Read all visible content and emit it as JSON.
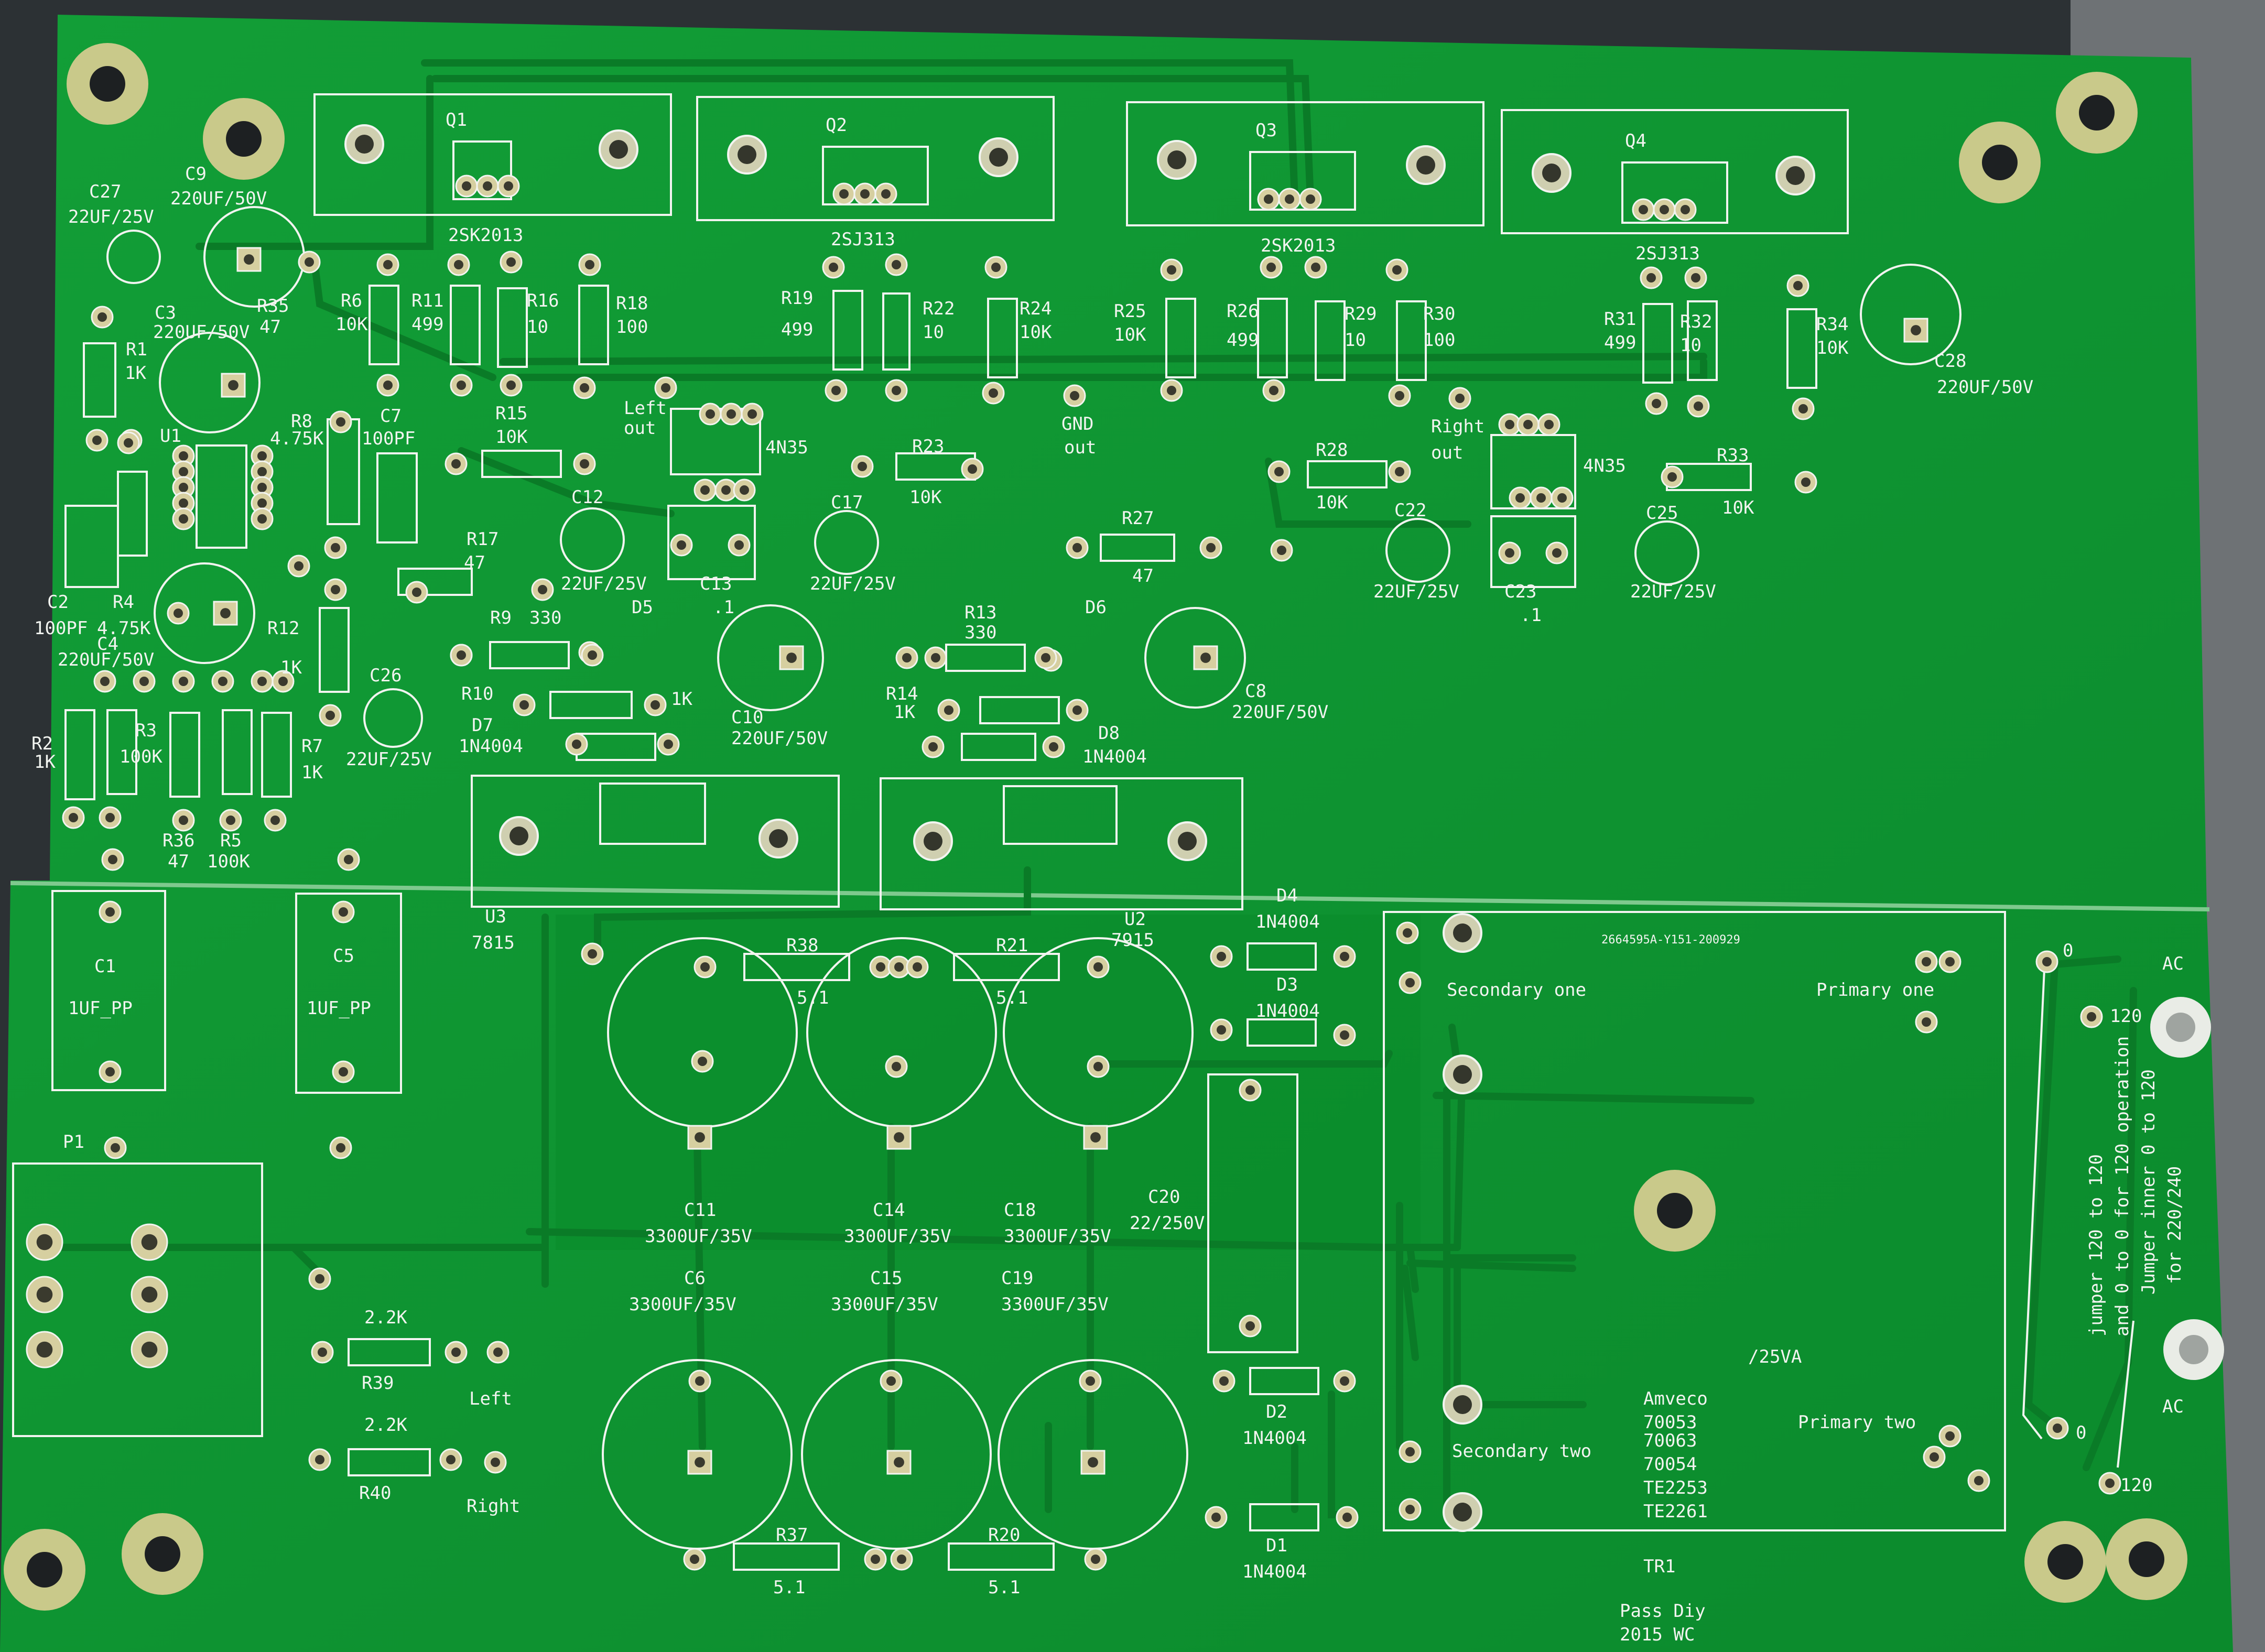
{
  "image": {
    "subject": "Bare green printed circuit board",
    "colors": {
      "board": "#0e9a33",
      "board_dark": "#0a7f2a",
      "trace": "#0c8a2e",
      "silkscreen": "#f2f4f0",
      "pad_gold": "#d6cfa0",
      "background": "#2a2e30"
    }
  },
  "transistors": [
    {
      "ref": "Q1"
    },
    {
      "ref": "Q2"
    },
    {
      "ref": "Q3"
    },
    {
      "ref": "Q4"
    }
  ],
  "transistor_types": {
    "q1": "2SK2013",
    "q2": "2SJ313",
    "q3": "2SK2013",
    "q4": "2SJ313"
  },
  "labels": [
    "C27",
    "22UF/25V",
    "C9",
    "220UF/50V",
    "R35",
    "47",
    "R6",
    "10K",
    "R11",
    "499",
    "R16",
    "10",
    "R18",
    "100",
    "C3",
    "220UF/50V",
    "R1",
    "1K",
    "U1",
    "R8",
    "4.75K",
    "C7",
    "100PF",
    "R15",
    "10K",
    "Left",
    "out",
    "4N35",
    "R17",
    "47",
    "C12",
    "22UF/25V",
    "C13",
    ".1",
    "R9",
    "330",
    "D5",
    "C2",
    "100PF",
    "R4",
    "4.75K",
    "C4",
    "220UF/50V",
    "R12",
    "1K",
    "C26",
    "22UF/25V",
    "R7",
    "1K",
    "R10",
    "1K",
    "D7",
    "1N4004",
    "C10",
    "220UF/50V",
    "R2",
    "1K",
    "R3",
    "100K",
    "R36",
    "47",
    "R5",
    "100K",
    "R19",
    "499",
    "R22",
    "10",
    "R24",
    "10K",
    "R23",
    "10K",
    "GND",
    "out",
    "C17",
    "22UF/25V",
    "R13",
    "330",
    "R14",
    "1K",
    "D6",
    "D8",
    "1N4004",
    "C8",
    "220UF/50V",
    "R27",
    "47",
    "R25",
    "10K",
    "R26",
    "499",
    "R29",
    "10",
    "R30",
    "100",
    "Right",
    "out",
    "4N35",
    "R28",
    "10K",
    "C22",
    "22UF/25V",
    "C23",
    ".1",
    "R31",
    "499",
    "R32",
    "10",
    "R34",
    "10K",
    "R33",
    "10K",
    "C25",
    "22UF/25V",
    "C28",
    "220UF/50V",
    "U3",
    "7815",
    "U2",
    "7915",
    "R38",
    "5.1",
    "R21",
    "5.1",
    "D4",
    "1N4004",
    "D3",
    "1N4004",
    "C1",
    "1UF_PP",
    "C5",
    "1UF_PP",
    "P1",
    "C11",
    "3300UF/35V",
    "C14",
    "3300UF/35V",
    "C18",
    "3300UF/35V",
    "C20",
    "22/250V",
    "C6",
    "3300UF/35V",
    "C15",
    "3300UF/35V",
    "C19",
    "3300UF/35V",
    "2.2K",
    "R39",
    "Left",
    "2.2K",
    "R40",
    "Right",
    "R37",
    "5.1",
    "R20",
    "5.1",
    "D2",
    "1N4004",
    "D1",
    "1N4004"
  ],
  "transformer": {
    "part_code": "2664595A-Y151-200929",
    "secondary_one": "Secondary one",
    "primary_one": "Primary one",
    "secondary_two": "Secondary two",
    "primary_two": "Primary two",
    "va_rating": "/25VA",
    "brand": "Amveco",
    "models": [
      "70053",
      "70063",
      "70054",
      "TE2253",
      "TE2261"
    ],
    "ref": "TR1"
  },
  "mains": {
    "ac_label_top": "AC",
    "ac_label_bottom": "AC",
    "tap_0_top": "0",
    "tap_120_top": "120",
    "tap_0_bottom": "0",
    "tap_120_bottom": "120",
    "note_line1": "jumper 120  to 120",
    "note_line2": "and 0 to 0 for 120 operation",
    "note_line3": "Jumper inner 0 to 120",
    "note_line4": "for 220/240"
  },
  "credits": {
    "line1": "Pass Diy",
    "line2": "2015 WC"
  }
}
